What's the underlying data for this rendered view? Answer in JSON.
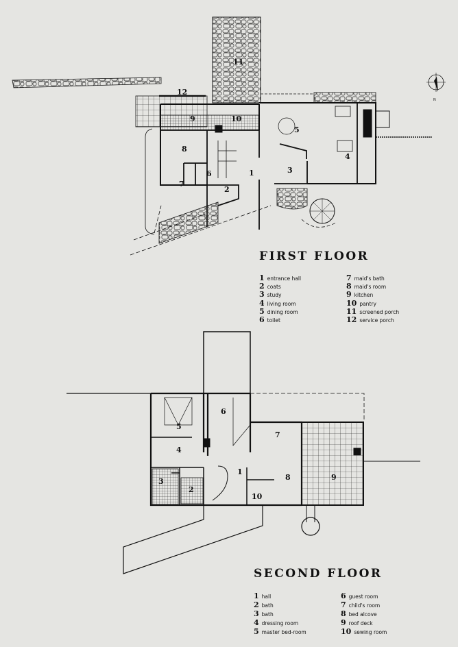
{
  "first_floor": {
    "title": "FIRST FLOOR",
    "legend": [
      {
        "n": "1",
        "label": "entrance hall"
      },
      {
        "n": "2",
        "label": "coats"
      },
      {
        "n": "3",
        "label": "study"
      },
      {
        "n": "4",
        "label": "living room"
      },
      {
        "n": "5",
        "label": "dining room"
      },
      {
        "n": "6",
        "label": "toilet"
      },
      {
        "n": "7",
        "label": "maid's bath"
      },
      {
        "n": "8",
        "label": "maid's room"
      },
      {
        "n": "9",
        "label": "kitchen"
      },
      {
        "n": "10",
        "label": "pantry"
      },
      {
        "n": "11",
        "label": "screened porch"
      },
      {
        "n": "12",
        "label": "service porch"
      }
    ]
  },
  "second_floor": {
    "title": "SECOND FLOOR",
    "legend": [
      {
        "n": "1",
        "label": "hall"
      },
      {
        "n": "2",
        "label": "bath"
      },
      {
        "n": "3",
        "label": "bath"
      },
      {
        "n": "4",
        "label": "dressing room"
      },
      {
        "n": "5",
        "label": "master bed-room"
      },
      {
        "n": "6",
        "label": "guest room"
      },
      {
        "n": "7",
        "label": "child's room"
      },
      {
        "n": "8",
        "label": "bed alcove"
      },
      {
        "n": "9",
        "label": "roof deck"
      },
      {
        "n": "10",
        "label": "sewing room"
      }
    ]
  },
  "compass": {
    "label": "N"
  }
}
